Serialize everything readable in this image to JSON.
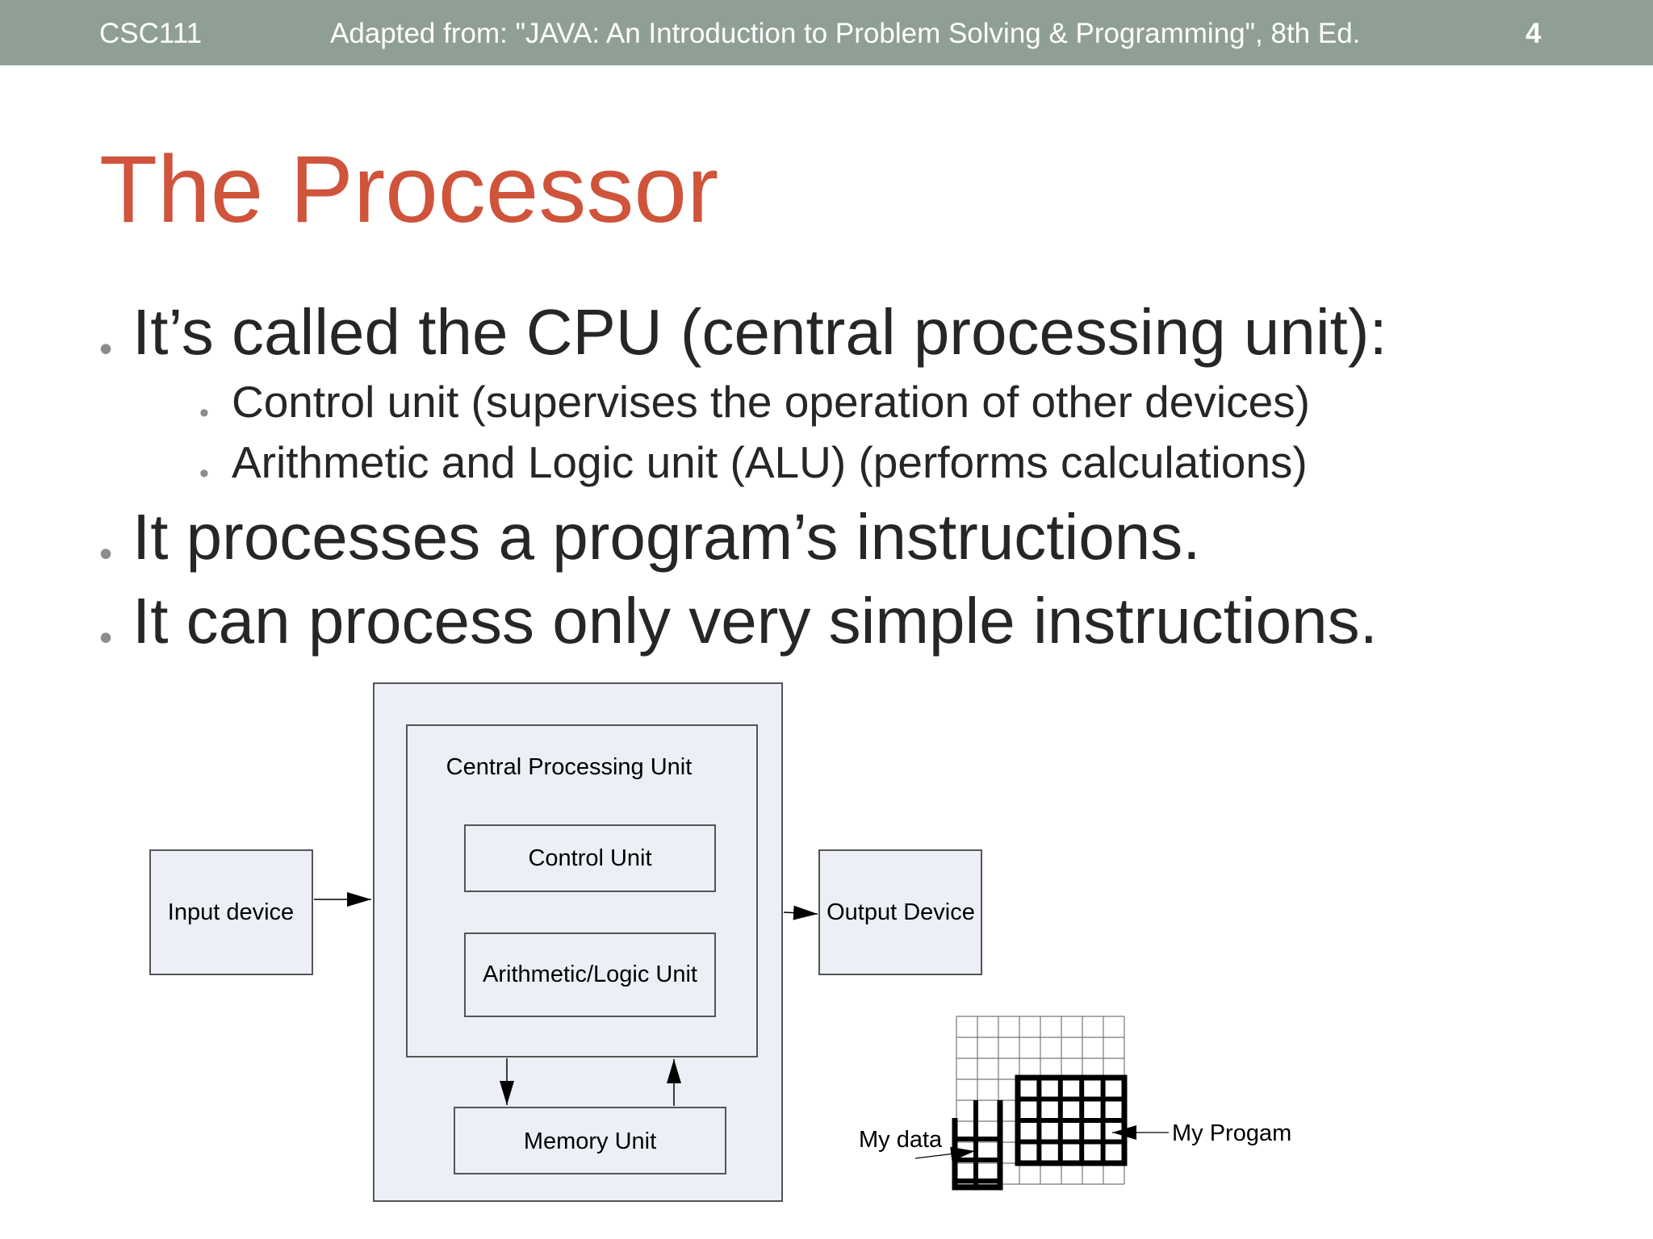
{
  "header": {
    "course": "CSC111",
    "source": "Adapted from: \"JAVA: An Introduction to Problem Solving & Programming\", 8th Ed.",
    "slide_number": "4"
  },
  "title": "The Processor",
  "bullets": [
    {
      "text": "It’s called the CPU (central processing unit):"
    },
    {
      "text": "Control unit (supervises the operation of other devices)"
    },
    {
      "text": "Arithmetic and Logic unit (ALU) (performs calculations)"
    },
    {
      "text": "It processes a program’s instructions."
    },
    {
      "text": "It can process only very simple instructions."
    }
  ],
  "diagram": {
    "cpu_label": "Central Processing Unit",
    "control_unit": "Control Unit",
    "alu": "Arithmetic/Logic Unit",
    "memory_unit": "Memory Unit",
    "input_device": "Input device",
    "output_device": "Output Device",
    "my_data": "My data",
    "my_program": "My Progam"
  },
  "colors": {
    "header_bg": "#909f96",
    "title": "#cf543b",
    "box_fill": "#eceff6"
  }
}
